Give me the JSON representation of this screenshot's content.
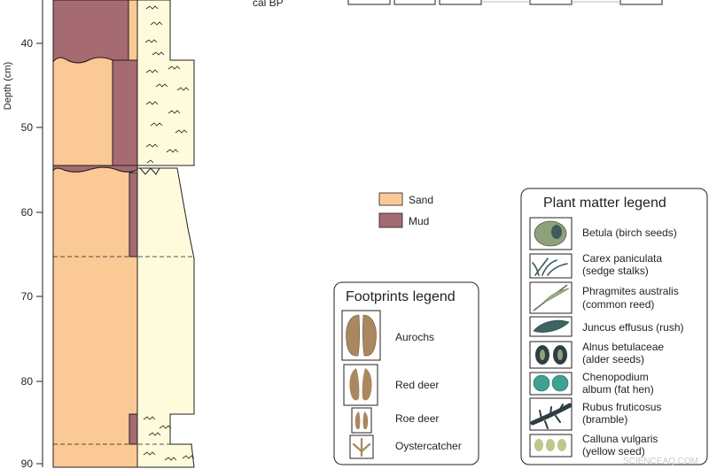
{
  "axis": {
    "label": "Depth (cm)",
    "ticks": [
      "40",
      "50",
      "60",
      "70",
      "80",
      "90"
    ]
  },
  "header_fragment": "cal BP",
  "sediment_legend": {
    "items": [
      {
        "label": "Sand",
        "color": "#fbc995"
      },
      {
        "label": "Mud",
        "color": "#a56a72"
      }
    ]
  },
  "footprints_legend": {
    "title": "Footprints legend",
    "items": [
      {
        "label": "Aurochs",
        "icon": "aurochs-footprint-icon"
      },
      {
        "label": "Red deer",
        "icon": "red-deer-footprint-icon"
      },
      {
        "label": "Roe deer",
        "icon": "roe-deer-footprint-icon"
      },
      {
        "label": "Oystercatcher",
        "icon": "oystercatcher-footprint-icon"
      }
    ]
  },
  "plant_legend": {
    "title": "Plant matter legend",
    "items": [
      {
        "lines": [
          "Betula (birch seeds)"
        ],
        "icon": "birch-seed-icon"
      },
      {
        "lines": [
          "Carex paniculata",
          "(sedge stalks)"
        ],
        "icon": "sedge-stalk-icon"
      },
      {
        "lines": [
          "Phragmites australis",
          "(common reed)"
        ],
        "icon": "common-reed-icon"
      },
      {
        "lines": [
          "Juncus effusus (rush)"
        ],
        "icon": "rush-icon"
      },
      {
        "lines": [
          "Alnus betulaceae",
          "(alder seeds)"
        ],
        "icon": "alder-seed-icon"
      },
      {
        "lines": [
          "Chenopodium",
          "album (fat hen)"
        ],
        "icon": "fat-hen-icon"
      },
      {
        "lines": [
          "Rubus fruticosus",
          "(bramble)"
        ],
        "icon": "bramble-icon"
      },
      {
        "lines": [
          "Calluna vulgaris",
          "(yellow seed)"
        ],
        "icon": "heather-seed-icon"
      }
    ]
  },
  "colors": {
    "sand": "#fbc995",
    "mud": "#a56a72",
    "pale_layer": "#fefbdc",
    "footprint": "#a98860",
    "outline": "#231f20"
  },
  "watermark": "SCIENCEAQ.COM"
}
